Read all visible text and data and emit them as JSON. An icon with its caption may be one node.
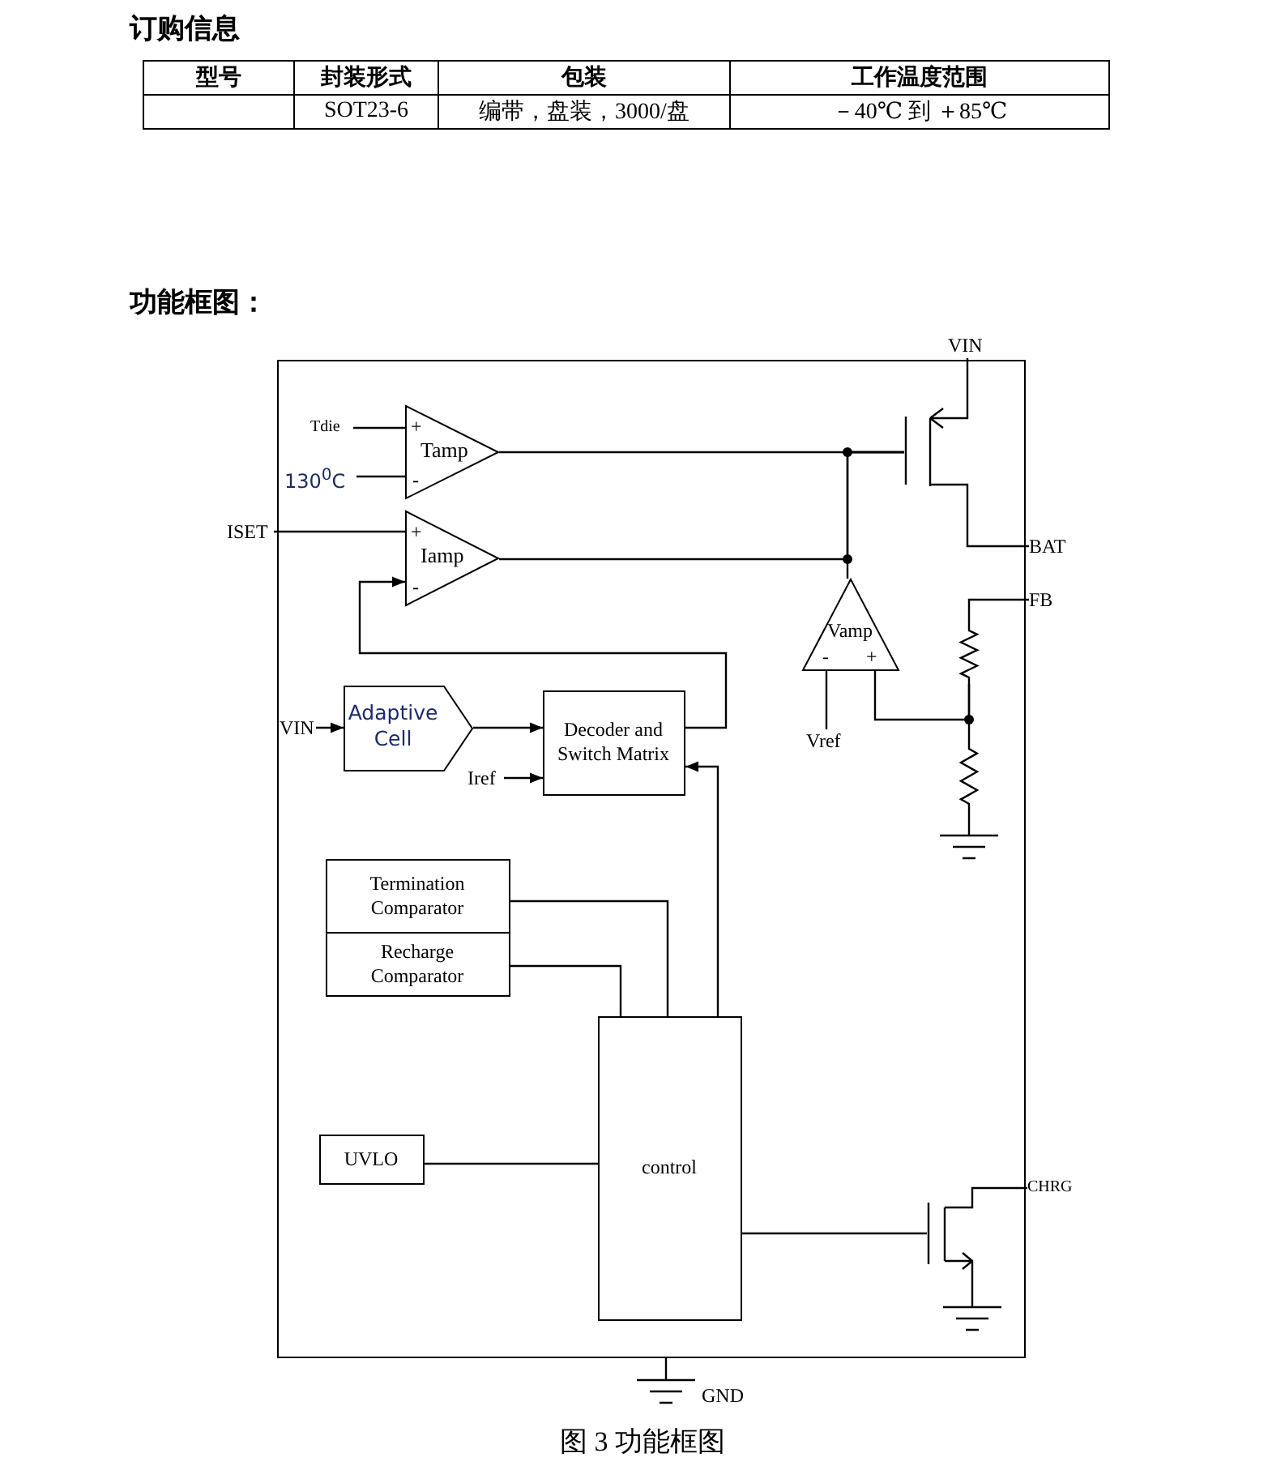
{
  "diagram": {
    "title": "功能框图：",
    "caption": "图 3  功能框图",
    "nodes": [
      {
        "text": [],
        "shape": "box"
      },
      {
        "text": [
          "+",
          "Tamp",
          "-"
        ],
        "in": 0
      },
      {
        "text": [
          "+",
          "Iamp",
          "-"
        ],
        "in": 0
      },
      {
        "text": [
          "Vamp",
          "-",
          "+"
        ],
        "in": 0
      },
      {
        "text": [
          "Adaptive Cell"
        ],
        "in": 0
      },
      {
        "text": [
          "Decoder and Switch Matrix"
        ],
        "in": 0
      },
      {
        "text": [
          "Termination Comparator"
        ],
        "in": 0
      },
      {
        "text": [
          "Recharge Comparator"
        ],
        "in": 0
      },
      {
        "text": [
          "UVLO"
        ],
        "in": 0
      },
      {
        "text": [
          "control"
        ],
        "in": 0
      },
      {
        "text": [],
        "shape": "transistor",
        "in": 0
      },
      {
        "text": [],
        "shape": "transistor",
        "in": 0
      },
      {
        "text": [],
        "shape": "resistor",
        "in": 0
      },
      {
        "text": [],
        "shape": "resistor",
        "in": 0
      },
      {
        "text": [
          "Tdie"
        ],
        "in": 0
      },
      {
        "text": [
          "130$^{0}$C"
        ],
        "in": 0
      },
      {
        "text": [
          "ISET"
        ]
      },
      {
        "text": [
          "VIN"
        ],
        "in": 0
      },
      {
        "text": [
          "Iref"
        ],
        "in": 0
      },
      {
        "text": [
          "Vref"
        ],
        "in": 0
      },
      {
        "text": [
          "VIN"
        ]
      },
      {
        "text": [
          "BAT"
        ]
      },
      {
        "text": [
          "FB"
        ]
      },
      {
        "text": [
          "CHRG"
        ]
      },
      {
        "text": [],
        "shape": "ground",
        "in": 0
      },
      {
        "text": [],
        "shape": "ground",
        "in": 0
      },
      {
        "text": [],
        "shape": "ground",
        "beside": [
          "GND"
        ]
      }
    ],
    "edges": [
      {
        "from": 14,
        "to": 1,
        "arrow": "none"
      },
      {
        "from": 15,
        "to": 1,
        "arrow": "none"
      },
      {
        "from": 16,
        "to": 2,
        "arrow": "none"
      },
      {
        "from": 1,
        "to": 10,
        "arrow": "none"
      },
      {
        "from": 2,
        "to": 10,
        "arrow": "none"
      },
      {
        "from": 3,
        "to": 10,
        "arrow": "none"
      },
      {
        "from": 5,
        "to": 2,
        "arrow": "to"
      },
      {
        "from": 17,
        "to": 4,
        "arrow": "to"
      },
      {
        "from": 4,
        "to": 5,
        "arrow": "to"
      },
      {
        "from": 18,
        "to": 5,
        "arrow": "to"
      },
      {
        "from": 9,
        "to": 5,
        "arrow": "to"
      },
      {
        "from": 6,
        "to": 9,
        "arrow": "none"
      },
      {
        "from": 7,
        "to": 9,
        "arrow": "none"
      },
      {
        "from": 8,
        "to": 9,
        "arrow": "none"
      },
      {
        "from": 9,
        "to": 11,
        "arrow": "none"
      },
      {
        "from": 20,
        "to": 10,
        "arrow": "none"
      },
      {
        "from": 10,
        "to": 21,
        "arrow": "none"
      },
      {
        "from": 22,
        "to": 12,
        "arrow": "none"
      },
      {
        "from": 12,
        "to": 13,
        "arrow": "none"
      },
      {
        "from": 3,
        "to": 12,
        "arrow": "none"
      },
      {
        "from": 19,
        "to": 3,
        "arrow": "none"
      },
      {
        "from": 13,
        "to": 24,
        "arrow": "none"
      },
      {
        "from": 11,
        "to": 23,
        "arrow": "none"
      },
      {
        "from": 11,
        "to": 25,
        "arrow": "none"
      },
      {
        "from": 0,
        "to": 26,
        "arrow": "none"
      }
    ],
    "labels": [
      "订购信息",
      "型号",
      "封装形式",
      "包装",
      "工作温度范围",
      "SOT23-6",
      "编带，盘装，3000/盘",
      "－40℃ 到 ＋85℃"
    ]
  }
}
